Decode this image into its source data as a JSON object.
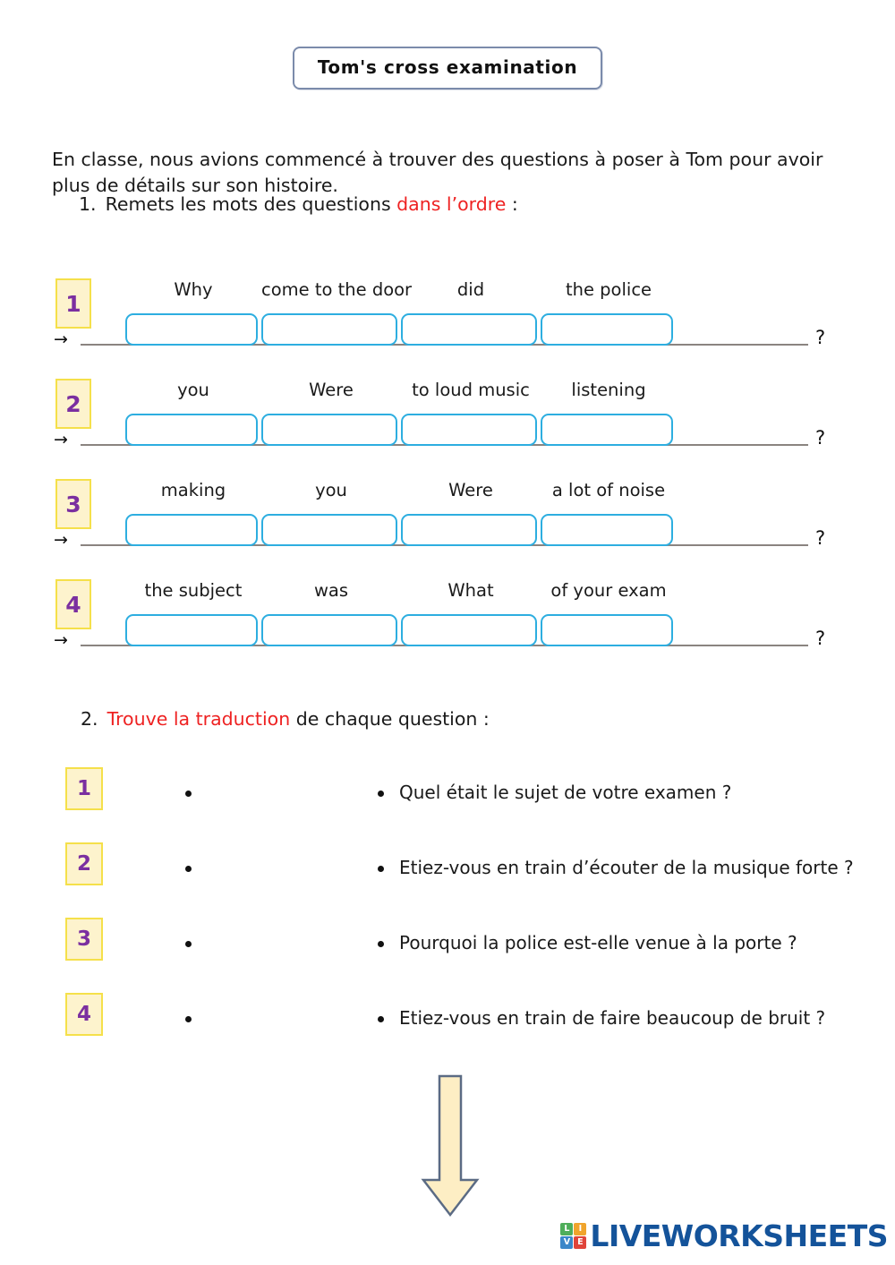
{
  "page": {
    "title": "Tom's cross examination"
  },
  "intro": {
    "text": "En classe, nous avions commencé à trouver des questions à poser à Tom pour avoir plus de détails sur son histoire."
  },
  "instructions": [
    {
      "number": "1.",
      "before": "Remets les mots des questions ",
      "highlight": "dans l’ordre",
      "after": " :"
    },
    {
      "number": "2.",
      "before": "",
      "highlight": "Trouve la traduction",
      "after": " de chaque question :"
    }
  ],
  "ordering_exercise": {
    "arrow_symbol": "→",
    "question_mark": "?",
    "rows": [
      {
        "number": "1",
        "words": [
          "Why",
          "come to the door",
          "did",
          "the police"
        ],
        "answers": [
          "",
          "",
          "",
          ""
        ]
      },
      {
        "number": "2",
        "words": [
          "you",
          "Were",
          "to loud music",
          "listening"
        ],
        "answers": [
          "",
          "",
          "",
          ""
        ]
      },
      {
        "number": "3",
        "words": [
          "making",
          "you",
          "Were",
          "a lot of noise"
        ],
        "answers": [
          "",
          "",
          "",
          ""
        ]
      },
      {
        "number": "4",
        "words": [
          "the subject",
          "was",
          "What",
          "of your exam"
        ],
        "answers": [
          "",
          "",
          "",
          ""
        ]
      }
    ]
  },
  "matching_exercise": {
    "rows": [
      {
        "number": "1",
        "translation": "Quel était le sujet de votre examen ?"
      },
      {
        "number": "2",
        "translation": "Etiez-vous en train d’écouter de la musique forte ?"
      },
      {
        "number": "3",
        "translation": "Pourquoi la police est-elle venue à la porte ?"
      },
      {
        "number": "4",
        "translation": "Etiez-vous en train de faire beaucoup de bruit ?"
      }
    ]
  },
  "footer": {
    "logo_letters": [
      "L",
      "I",
      "V",
      "E"
    ],
    "logo_text": "LIVEWORKSHEETS"
  },
  "colors": {
    "badge_fill": "#fdf3cd",
    "badge_border": "#f5e04a",
    "badge_number": "#7b2fa0",
    "input_border": "#2daee0",
    "answer_line": "#8a8480",
    "highlight_red": "#ee2222",
    "title_border": "#7b8bab",
    "arrow_fill": "#fdeec4",
    "arrow_stroke": "#5b6b84",
    "logo_blue": "#14539a",
    "logo_cell_l": "#4fae5a",
    "logo_cell_i": "#f0a42c",
    "logo_cell_v": "#3b87c9",
    "logo_cell_e": "#e0443a"
  }
}
